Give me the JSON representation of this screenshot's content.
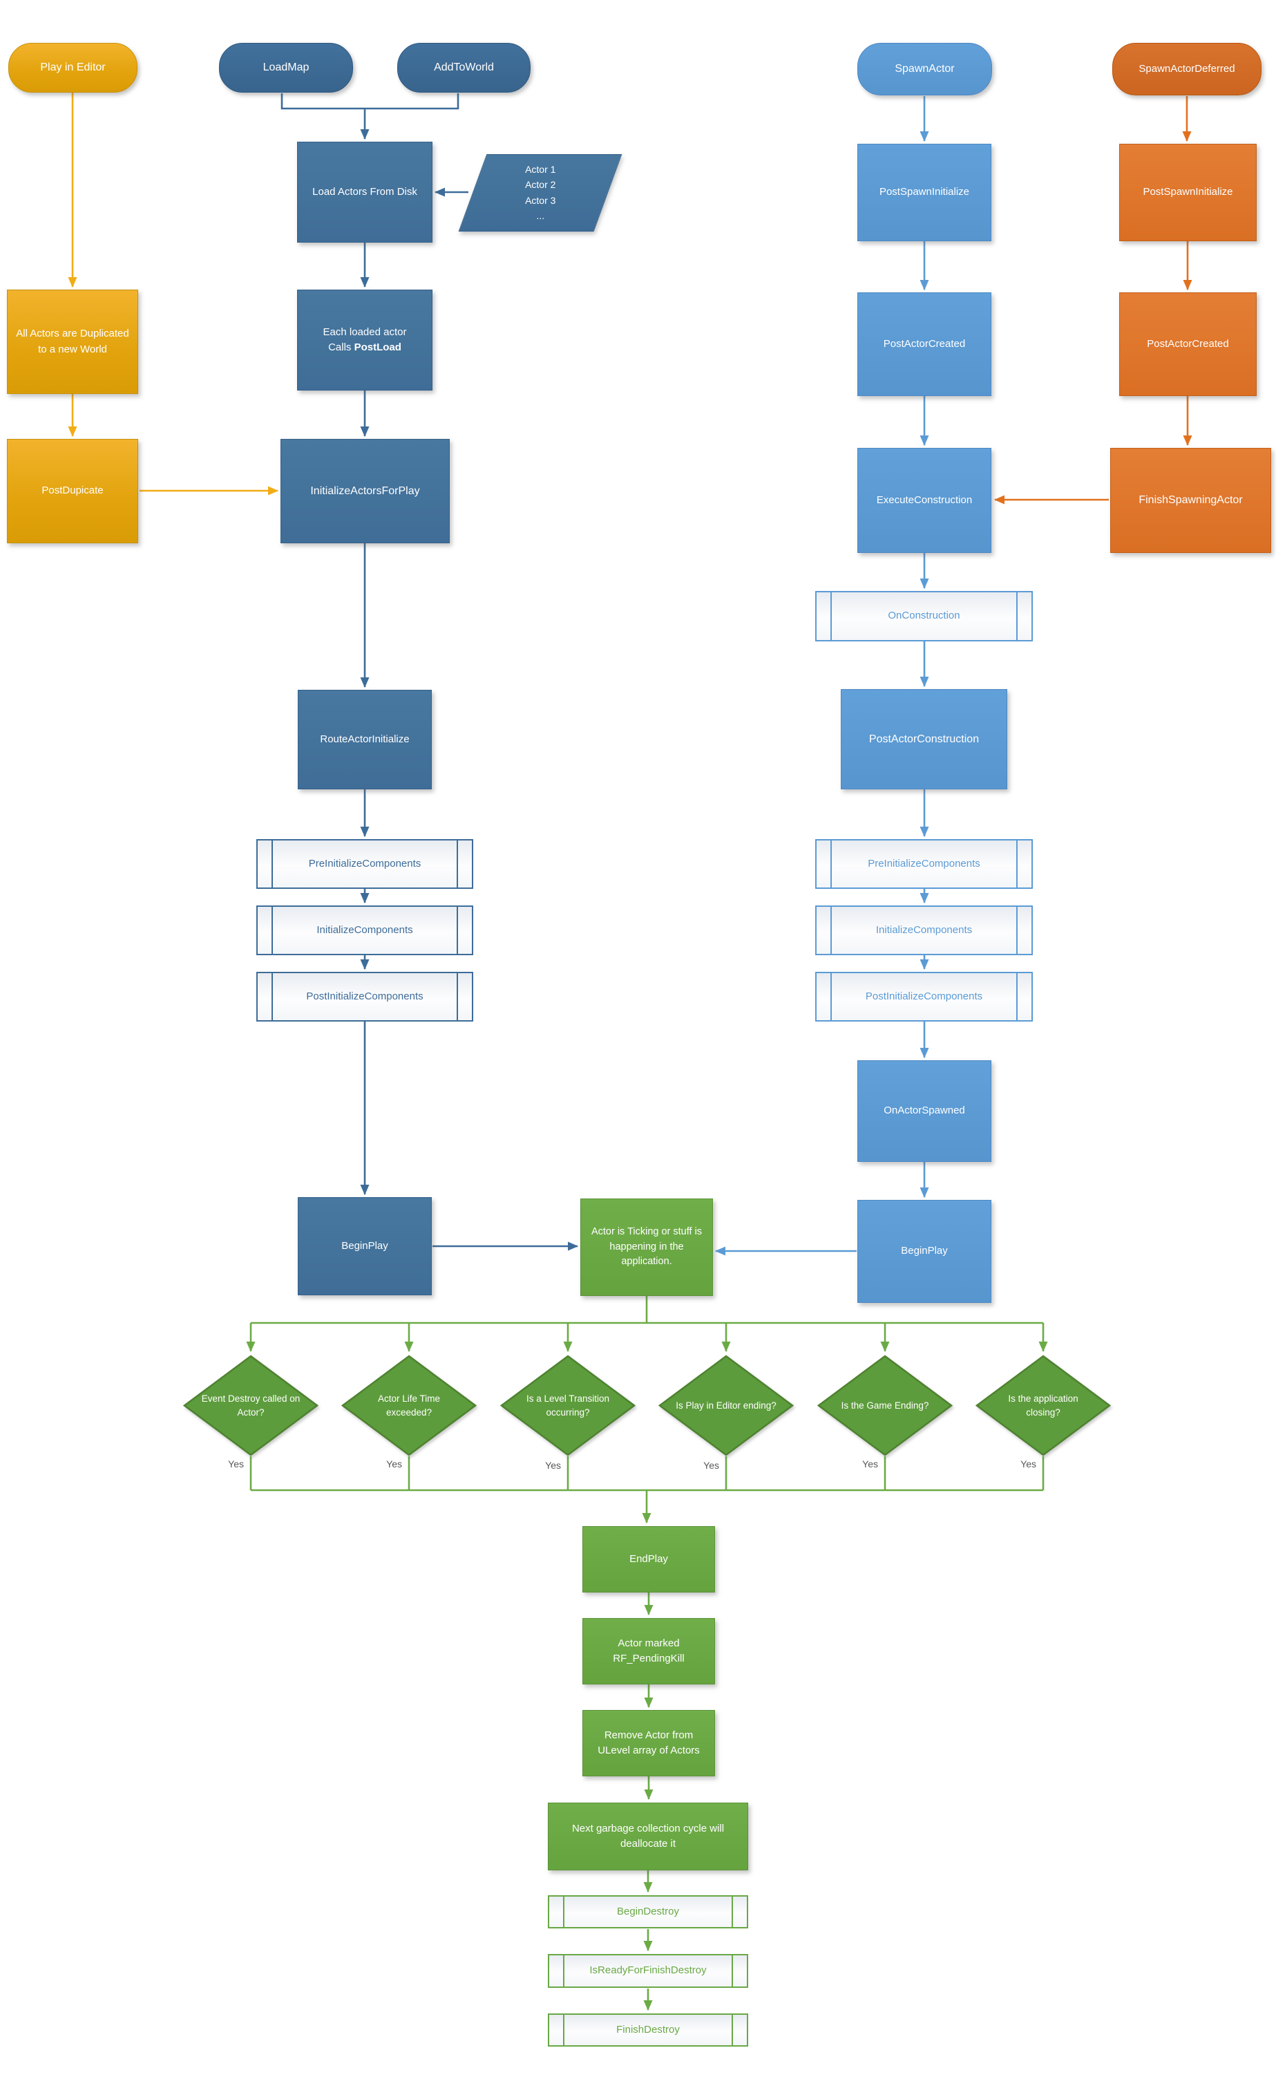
{
  "colors": {
    "gold": "#E2A30D",
    "dark_blue": "#3F6D97",
    "light_blue": "#5B9BD5",
    "orange": "#DA6F24",
    "green": "#65A33F"
  },
  "editor_column": {
    "start": "Play in Editor",
    "duplicate": "All Actors are Duplicated to a new World",
    "post_dupicate": "PostDupicate"
  },
  "load_column": {
    "load_map": "LoadMap",
    "add_to_world": "AddToWorld",
    "load_actors": "Load Actors From Disk",
    "actor_list": [
      "Actor 1",
      "Actor 2",
      "Actor 3",
      "..."
    ],
    "post_load": {
      "line1": "Each loaded actor",
      "line2_prefix": "Calls ",
      "line2_bold": "PostLoad"
    },
    "initialize_actors_for_play": "InitializeActorsForPlay",
    "route_actor_initialize": "RouteActorInitialize",
    "subroutines": [
      "PreInitializeComponents",
      "InitializeComponents",
      "PostInitializeComponents"
    ],
    "begin_play": "BeginPlay"
  },
  "spawn_column": {
    "start": "SpawnActor",
    "post_spawn_initialize": "PostSpawnInitialize",
    "post_actor_created": "PostActorCreated",
    "execute_construction": "ExecuteConstruction",
    "on_construction": "OnConstruction",
    "post_actor_construction": "PostActorConstruction",
    "subroutines": [
      "PreInitializeComponents",
      "InitializeComponents",
      "PostInitializeComponents"
    ],
    "on_actor_spawned": "OnActorSpawned",
    "begin_play": "BeginPlay"
  },
  "deferred_column": {
    "start": "SpawnActorDeferred",
    "post_spawn_initialize": "PostSpawnInitialize",
    "post_actor_created": "PostActorCreated",
    "finish_spawning_actor": "FinishSpawningActor"
  },
  "runtime": {
    "ticking": "Actor is Ticking or stuff is happening in the application."
  },
  "decisions": [
    {
      "label": "Event Destroy called on Actor?",
      "yes": "Yes"
    },
    {
      "label": "Actor Life Time exceeded?",
      "yes": "Yes"
    },
    {
      "label": "Is a Level Transition occurring?",
      "yes": "Yes"
    },
    {
      "label": "Is Play in Editor ending?",
      "yes": "Yes"
    },
    {
      "label": "Is the Game Ending?",
      "yes": "Yes"
    },
    {
      "label": "Is the application closing?",
      "yes": "Yes"
    }
  ],
  "destroy_column": {
    "end_play": "EndPlay",
    "marked": "Actor marked RF_PendingKill",
    "remove": "Remove Actor from ULevel array of Actors",
    "gc": "Next garbage collection cycle will deallocate it",
    "subroutines": [
      "BeginDestroy",
      "IsReadyForFinishDestroy",
      "FinishDestroy"
    ]
  }
}
